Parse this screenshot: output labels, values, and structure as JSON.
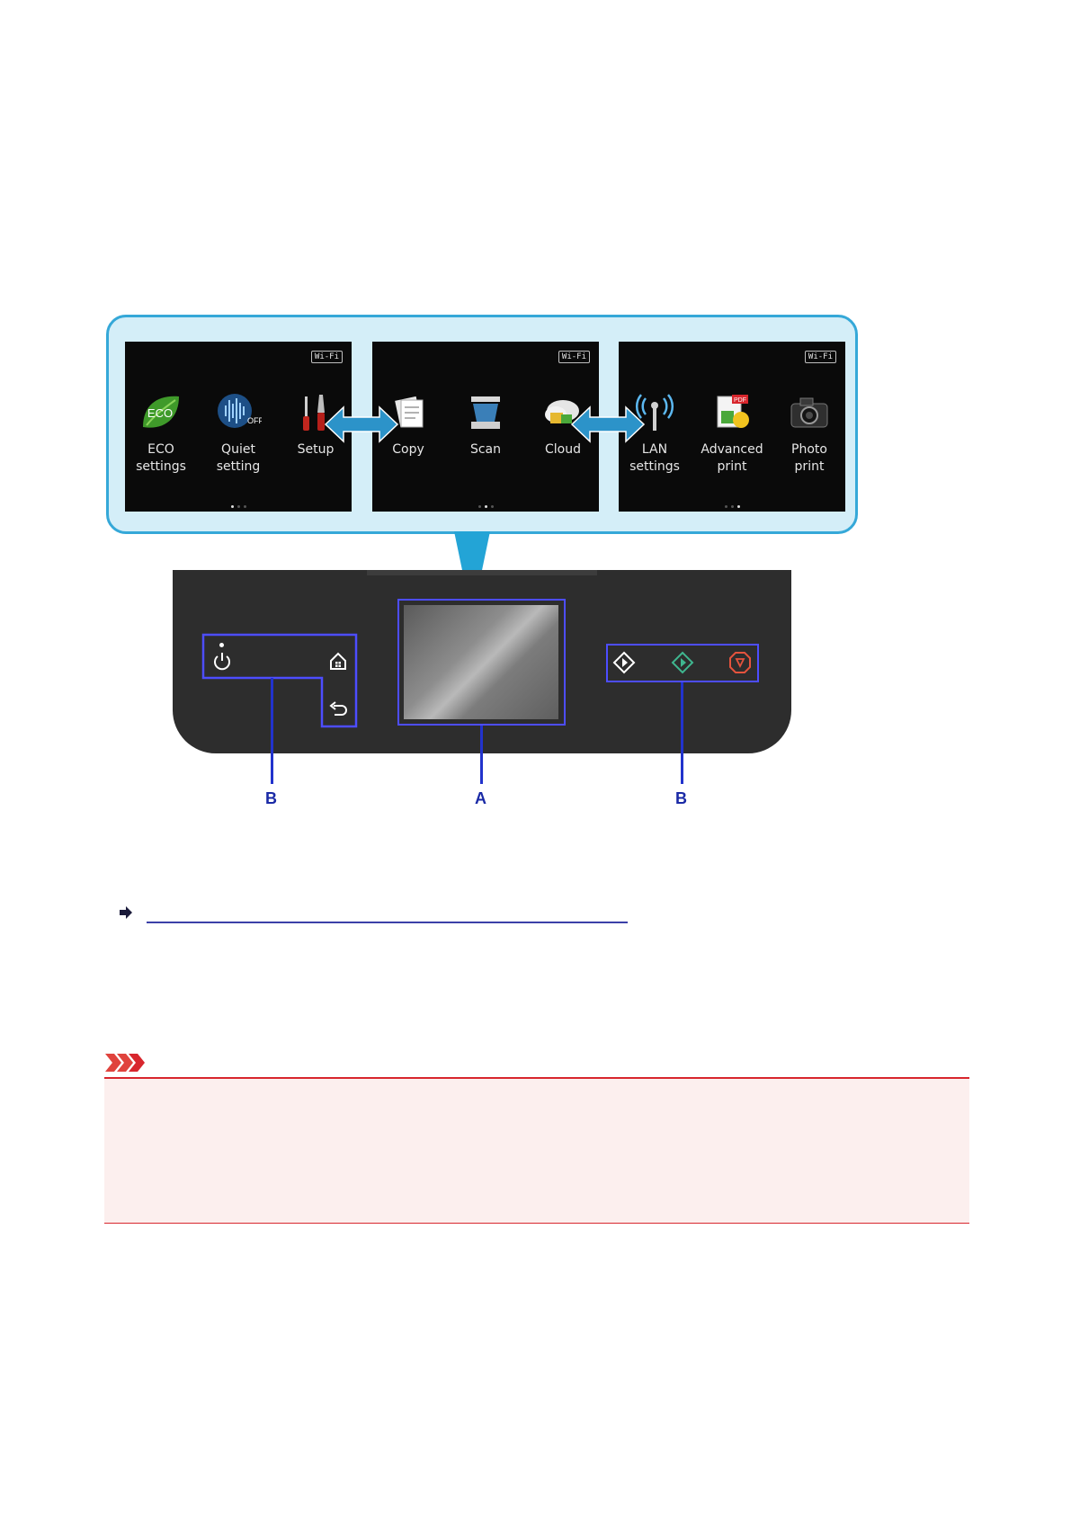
{
  "diagram": {
    "screens": [
      {
        "badge": "Wi-Fi",
        "items": [
          {
            "icon": "eco-leaf-icon",
            "line1": "ECO",
            "line2": "settings",
            "icon_text": "ECO"
          },
          {
            "icon": "quiet-setting-icon",
            "line1": "Quiet",
            "line2": "setting",
            "icon_text": "OFF"
          },
          {
            "icon": "setup-tools-icon",
            "line1": "Setup",
            "line2": ""
          }
        ],
        "page_index": 0
      },
      {
        "badge": "Wi-Fi",
        "items": [
          {
            "icon": "copy-icon",
            "line1": "Copy",
            "line2": ""
          },
          {
            "icon": "scan-icon",
            "line1": "Scan",
            "line2": ""
          },
          {
            "icon": "cloud-icon",
            "line1": "Cloud",
            "line2": ""
          }
        ],
        "page_index": 1
      },
      {
        "badge": "Wi-Fi",
        "items": [
          {
            "icon": "wireless-antenna-icon",
            "line1": "LAN",
            "line2": "settings"
          },
          {
            "icon": "pdf-document-icon",
            "line1": "Advanced",
            "line2": "print",
            "icon_text": "PDF"
          },
          {
            "icon": "camera-icon",
            "line1": "Photo",
            "line2": "print"
          }
        ],
        "page_index": 2
      }
    ],
    "callouts": {
      "left": "B",
      "center": "A",
      "right": "B"
    },
    "colors": {
      "bubble_border": "#35a8d8",
      "bubble_fill": "#d4eef8",
      "highlight": "#4d4dff",
      "important_red": "#d8262d",
      "important_fill": "#fcefee",
      "stop_red": "#e5533d",
      "start_green": "#3fb68f"
    }
  }
}
